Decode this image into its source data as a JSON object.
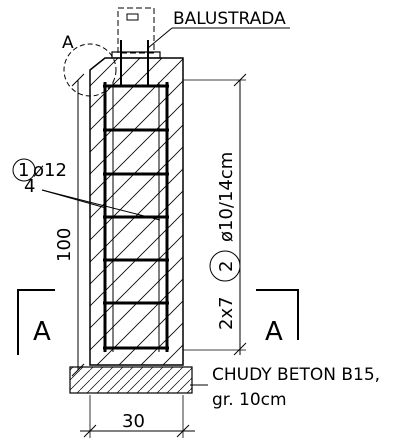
{
  "detail_marker": "A",
  "balustrade_label": "BALUSTRADA",
  "main_rebar": {
    "count": "4",
    "mark": "1",
    "diameter": "ø12"
  },
  "stirrups": {
    "count": "2x7",
    "mark": "2",
    "spec": "ø10/14cm"
  },
  "section_marker_left": "A",
  "section_marker_right": "A",
  "height_dim": "100",
  "width_dim": "30",
  "lean_concrete": {
    "line1": "CHUDY BETON B15,",
    "line2": "gr. 10cm"
  }
}
